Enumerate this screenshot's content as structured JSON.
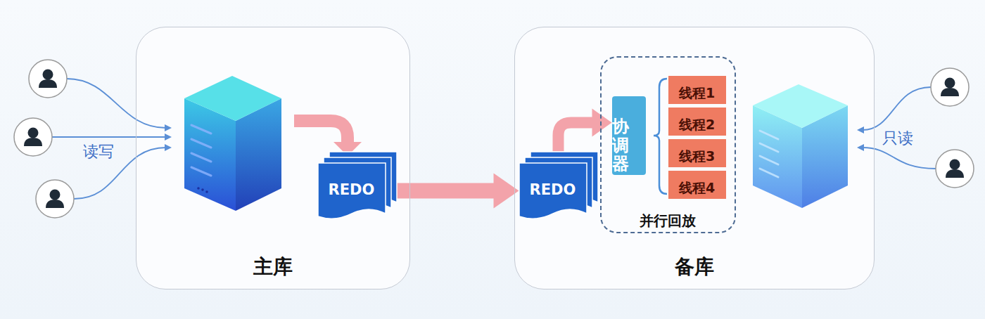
{
  "diagram": {
    "nodes": [
      {
        "text": [
          "主库"
        ]
      },
      {
        "text": [
          "REDO"
        ],
        "in": 0
      },
      {
        "text": [
          "备库"
        ]
      },
      {
        "text": [
          "REDO"
        ],
        "in": 2
      },
      {
        "text": [
          "并行回放"
        ],
        "in": 2
      },
      {
        "text": [
          "协调器"
        ],
        "in": 4
      },
      {
        "text": [
          "线程1"
        ],
        "in": 4
      },
      {
        "text": [
          "线程2"
        ],
        "in": 4
      },
      {
        "text": [
          "线程3"
        ],
        "in": 4
      },
      {
        "text": [
          "线程4"
        ],
        "in": 4
      }
    ],
    "edges": [
      {
        "from": 1,
        "to": 3,
        "arrow": "to"
      },
      {
        "from": 3,
        "to": 5,
        "arrow": "to"
      }
    ],
    "labels": [
      "读写",
      "只读"
    ]
  }
}
